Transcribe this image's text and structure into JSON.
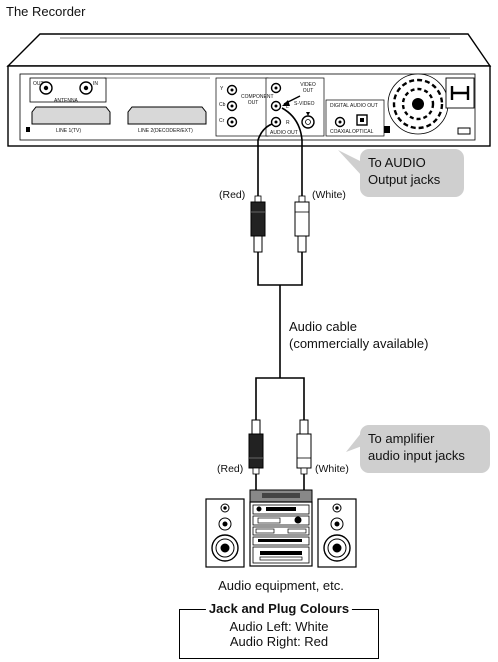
{
  "title": "The Recorder",
  "recorder": {
    "antenna_out": "OUT",
    "antenna_in": "IN",
    "antenna_label": "ANTENNA",
    "line1": "LINE 1(TV)",
    "line2": "LINE 2(DECODER/EXT)",
    "component_y": "Y",
    "component_cb": "Cb",
    "component_cr": "Cr",
    "component_label": "COMPONENT OUT",
    "video_out": "VIDEO OUT",
    "audio_l": "L",
    "audio_r": "R",
    "audio_out": "AUDIO OUT",
    "svideo": "S-VIDEO",
    "digital_audio_out": "DIGITAL AUDIO OUT",
    "coaxial": "COAXIAL",
    "optical": "OPTICAL"
  },
  "callouts": {
    "top": "To AUDIO\nOutput jacks",
    "bottom": "To amplifier\naudio input jacks"
  },
  "plug_labels": {
    "red_top": "(Red)",
    "white_top": "(White)",
    "red_bottom": "(Red)",
    "white_bottom": "(White)"
  },
  "cable_label": "Audio cable\n(commercially available)",
  "equipment_label": "Audio equipment, etc.",
  "legend": {
    "title": "Jack and Plug Colours",
    "line1": "Audio Left: White",
    "line2": "Audio Right: Red"
  },
  "colors": {
    "red_plug": "#222222",
    "white_plug": "#ffffff",
    "callout_bg": "#cfcfcf"
  }
}
